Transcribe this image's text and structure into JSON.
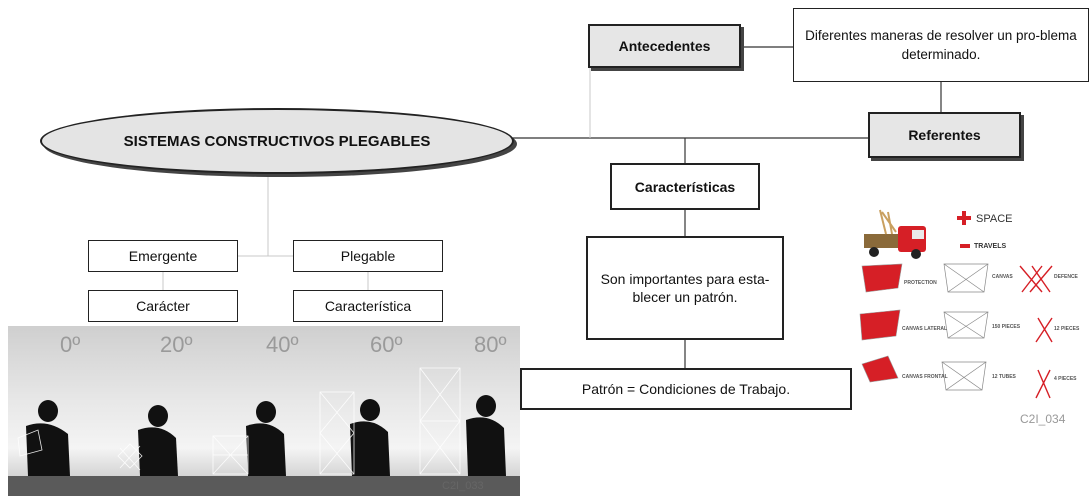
{
  "nodes": {
    "main": "SISTEMAS CONSTRUCTIVOS PLEGABLES",
    "antecedentes": "Antecedentes",
    "diferentes": "Diferentes maneras de resolver un pro-blema determinado.",
    "referentes": "Referentes",
    "caracteristicas": "Características",
    "son_importantes": "Son importantes para esta-blecer un patrón.",
    "patron": "Patrón = Condiciones de Trabajo.",
    "emergente": "Emergente",
    "caracter": "Carácter",
    "plegable": "Plegable",
    "caracteristica": "Característica"
  },
  "photo": {
    "angles": [
      "0º",
      "20º",
      "40º",
      "60º",
      "80º"
    ],
    "code": "C2I_033"
  },
  "reference": {
    "space": "SPACE",
    "travels": "TRAVELS",
    "labels": [
      "PROTECTION",
      "CANVAS",
      "DEFENCE",
      "CANVAS LATERAL",
      "150 PIECES",
      "12 PIECES",
      "CANVAS FRONTAL",
      "12 TUBES",
      "4 PIECES"
    ],
    "code": "C2I_034"
  },
  "colors": {
    "accent_red": "#d61f26",
    "node_shade": "#e6e6e6"
  }
}
